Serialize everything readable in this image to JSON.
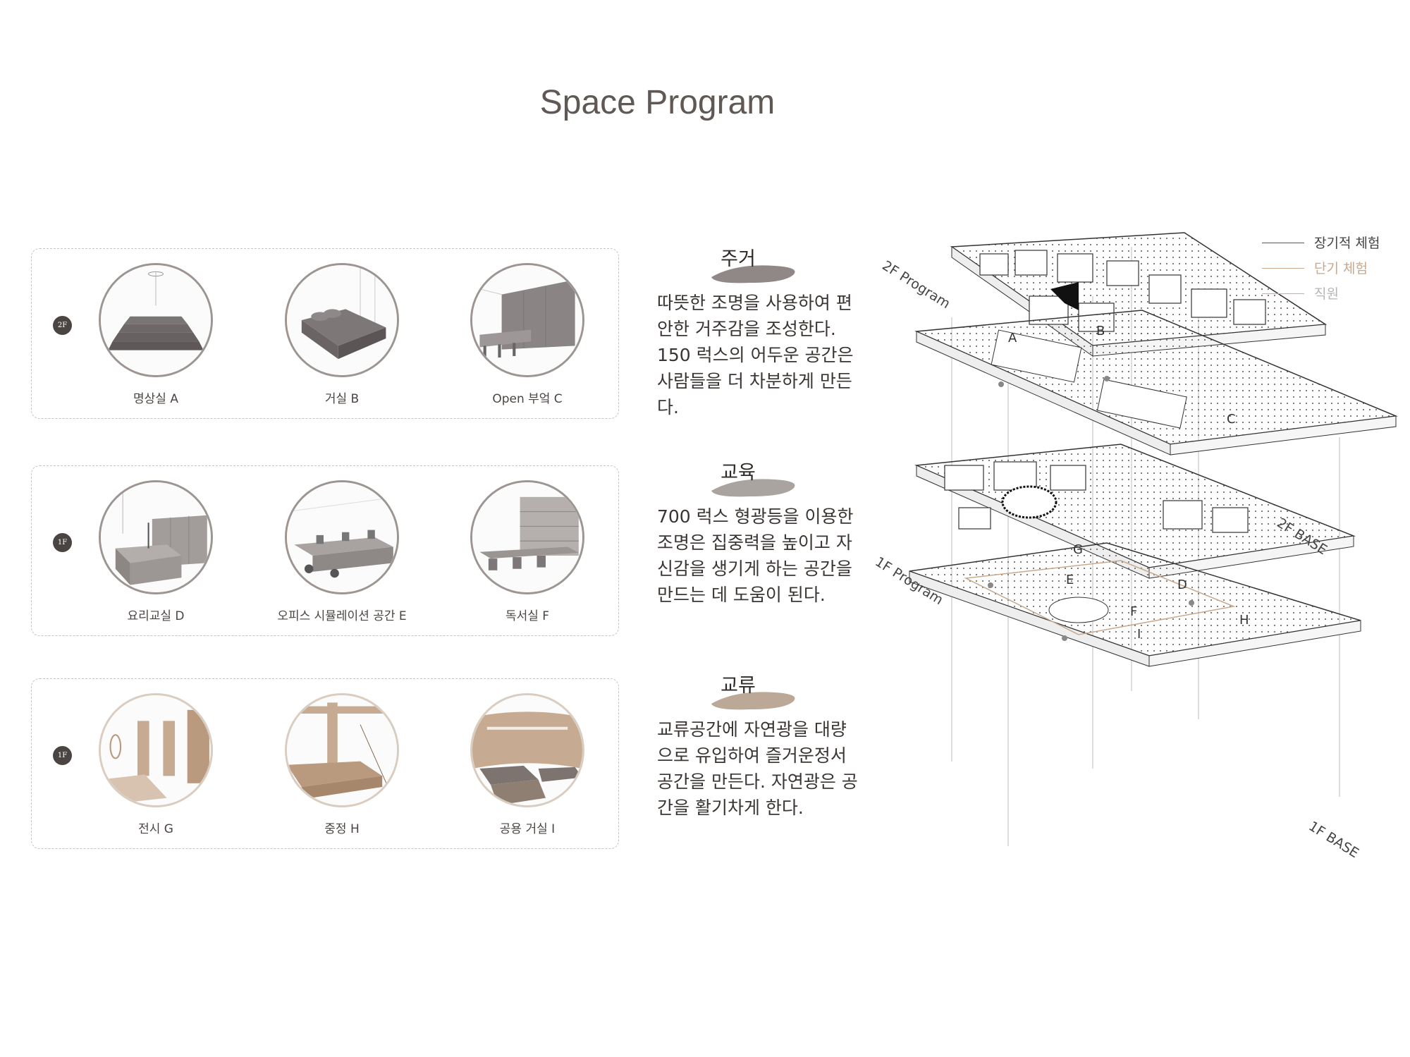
{
  "title": "Space Program",
  "panels": [
    {
      "floor": "2F",
      "rooms": [
        "명상실 A",
        "거실 B",
        "Open 부엌 C"
      ]
    },
    {
      "floor": "1F",
      "rooms": [
        "요리교실 D",
        "오피스 시뮬레이션 공간 E",
        "독서실 F"
      ]
    },
    {
      "floor": "1F",
      "rooms": [
        "전시 G",
        "중정 H",
        "공용 거실 I"
      ]
    }
  ],
  "sections": [
    {
      "heading": "주거",
      "text": "따뜻한 조명을 사용하여 편안한 거주감을 조성한다. 150 럭스의 어두운 공간은 사람들을 더 차분하게 만든다."
    },
    {
      "heading": "교육",
      "text": "700 럭스 형광등을 이용한 조명은 집중력을 높이고 자신감을 생기게 하는 공간을 만드는 데 도움이 된다."
    },
    {
      "heading": "교류",
      "text": "교류공간에 자연광을 대량으로 유입하여 즐거운정서 공간을 만든다. 자연광은 공간을 활기차게 한다."
    }
  ],
  "diagram": {
    "levels": [
      "2F Program",
      "2F BASE",
      "1F Program",
      "1F BASE"
    ],
    "zone_letters": [
      "A",
      "B",
      "C",
      "D",
      "E",
      "F",
      "G",
      "H",
      "I"
    ]
  },
  "legend": [
    {
      "label": "장기적 체험",
      "color": "#555555"
    },
    {
      "label": "단기 체험",
      "color": "#c9a88c"
    },
    {
      "label": "직원",
      "color": "#b9b4b1"
    }
  ],
  "colors": {
    "accent_warm": "#c9a88c",
    "blob_gray": "#8f8886",
    "blob_warm": "#bba897"
  }
}
